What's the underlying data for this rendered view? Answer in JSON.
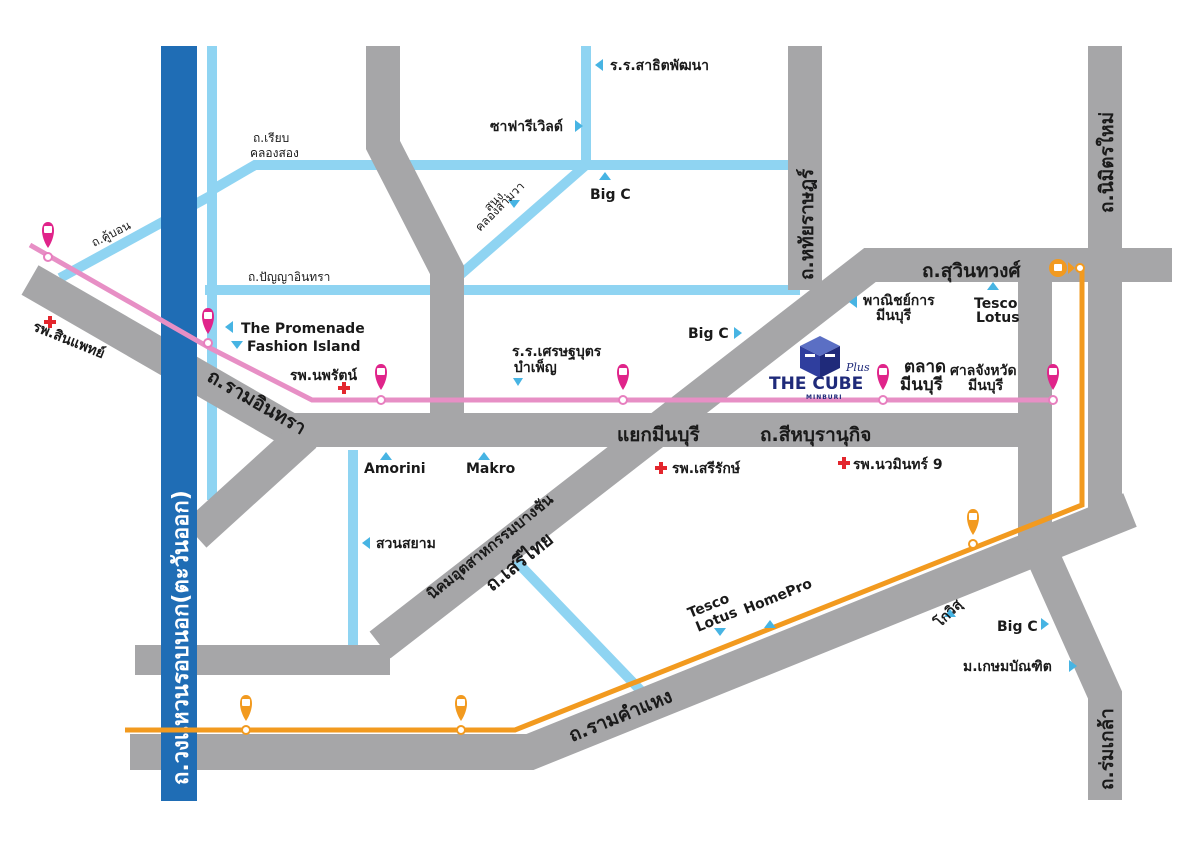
{
  "roads": {
    "expressway": "ถ.วงแหวนรอบนอก(ตะวันออก)",
    "ramintra": "ถ.รามอินทรา",
    "seritai": "ถ.เสรีไทย",
    "ramkhamhaeng": "ถ.รามคำแหง",
    "suwinthawong": "ถ.สุวินทวงศ์",
    "sihaburanukit": "ถ.สีหบุรานุกิจ",
    "hathairat": "ถ.หทัยราษฎร์",
    "nimitmai": "ถ.นิมิตรใหม่",
    "romklao": "ถ.ร่มเกล้า",
    "khubon": "ถ.คู้บอน",
    "panyaintra": "ถ.ปัญญาอินทรา",
    "rianklong_1": "ถ.เรียบ",
    "rianklong_2": "คลองสอง",
    "sanamklong_1": "สนง.",
    "sanamklong_2": "คลองสามวา",
    "industrial": "นิคมอุตสาหกรรมบางชัน",
    "minburi_junction": "แยกมีนบุรี"
  },
  "places": {
    "satit": "ร.ร.สาธิตพัฒนา",
    "safari": "ซาฟารีเวิลด์",
    "bigc_top": "Big C",
    "bigc_mid": "Big C",
    "bigc_right": "Big C",
    "promenade": "The Promenade",
    "fashion": "Fashion Island",
    "nopparat": "รพ.นพรัตน์",
    "setthabut_1": "ร.ร.เศรษฐบุตร",
    "setthabut_2": "บำเพ็ญ",
    "commerce_1": "พาณิชย์การ",
    "commerce_2": "มีนบุรี",
    "tesco_top_1": "Tesco",
    "tesco_top_2": "Lotus",
    "market_1": "ตลาด",
    "market_2": "มีนบุรี",
    "court_1": "ศาลจังหวัด",
    "court_2": "มีนบุรี",
    "sinphaet": "รพ.สินแพทย์",
    "amorini": "Amorini",
    "makro": "Makro",
    "serirak": "รพ.เสรีรักษ์",
    "nawamin": "รพ.นวมินทร์ 9",
    "suansiam": "สวนสยาม",
    "tesco_bottom_1": "Tesco",
    "tesco_bottom_2": "Lotus",
    "homepro": "HomePro",
    "kowit": "โกวิสุ",
    "kasem": "ม.เกษมบัณฑิต"
  },
  "logo": {
    "name": "THE CUBE",
    "sub": "MINBURI",
    "plus": "Plus"
  },
  "colors": {
    "road": "#a6a6a8",
    "minor_road": "#8fd4f2",
    "expressway": "#1f6db5",
    "pink_line": "#e78fc5",
    "orange_line": "#f29a1f",
    "hospital": "#e3262d"
  }
}
